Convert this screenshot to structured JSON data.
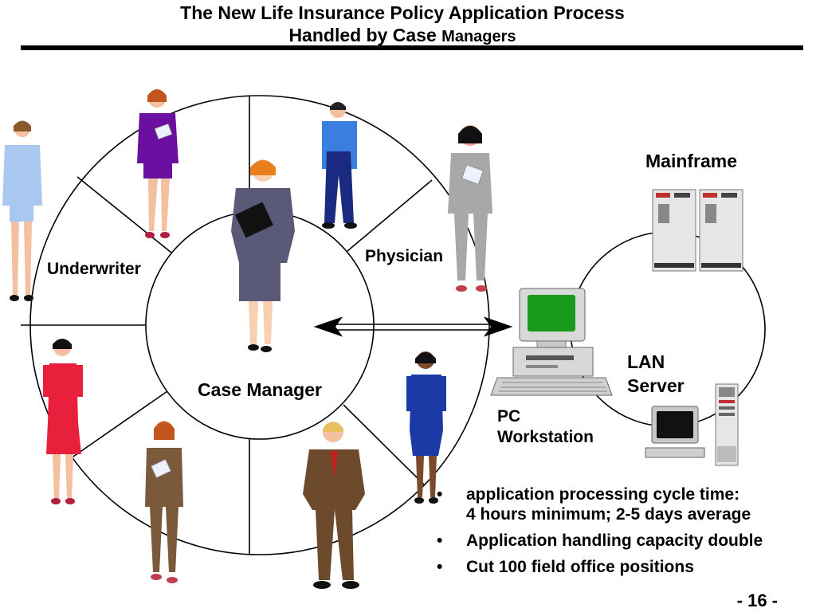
{
  "title": {
    "line1": "The New Life Insurance Policy Application Process",
    "line2_main": "Handled by Case",
    "line2_small": "Managers"
  },
  "labels": {
    "underwriter": "Underwriter",
    "physician": "Physician",
    "case_manager": "Case Manager",
    "mainframe": "Mainframe",
    "lan_line1": "LAN",
    "lan_line2": "Server",
    "pc_line1": "PC",
    "pc_line2": "Workstation"
  },
  "bullets": [
    {
      "marker": "•",
      "line1": "application processing cycle time:",
      "line2": "4 hours minimum; 2-5 days average"
    },
    {
      "marker": "•",
      "line1": "Application handling capacity double"
    },
    {
      "marker": "•",
      "line1": "Cut 100 field office positions"
    }
  ],
  "page_number": "- 16 -",
  "colors": {
    "purple_suit": "#6a0fa0",
    "blue_shirt": "#3a7fe0",
    "grey_suit": "#a8a8a8",
    "manager_suit": "#5a5a78",
    "red_dress": "#e8203c",
    "brown_suit": "#6e4a2c",
    "navy_dress": "#1c3aa6",
    "light_blue": "#a8c8f0",
    "screen_green": "#1a9a1a"
  },
  "icons": [
    "person-figure",
    "mainframe-icon",
    "pc-workstation-icon",
    "lan-server-icon",
    "double-arrow"
  ]
}
